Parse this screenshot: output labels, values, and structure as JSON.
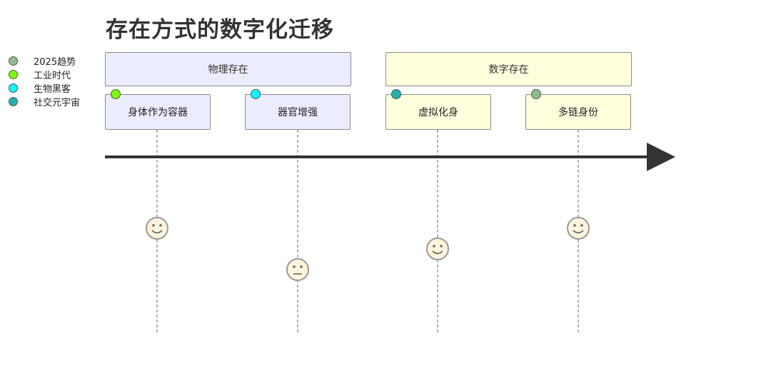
{
  "title": "存在方式的数字化迁移",
  "legend": [
    {
      "label": "2025趋势",
      "color": "#8fbc8f"
    },
    {
      "label": "工业时代",
      "color": "#7cfc00"
    },
    {
      "label": "生物黑客",
      "color": "#00ffff"
    },
    {
      "label": "社交元宇宙",
      "color": "#20b2aa"
    }
  ],
  "sections": [
    {
      "label": "物理存在",
      "color": "#ececff"
    },
    {
      "label": "数字存在",
      "color": "#ffffde"
    }
  ],
  "tasks": [
    {
      "label": "身体作为容器",
      "actor_color": "#7cfc00",
      "mood": "happy",
      "score": 5
    },
    {
      "label": "器官增强",
      "actor_color": "#00ffff",
      "mood": "neutral",
      "score": 3
    },
    {
      "label": "虚拟化身",
      "actor_color": "#20b2aa",
      "mood": "happy",
      "score": 4
    },
    {
      "label": "多链身份",
      "actor_color": "#8fbc8f",
      "mood": "happy",
      "score": 5
    }
  ]
}
